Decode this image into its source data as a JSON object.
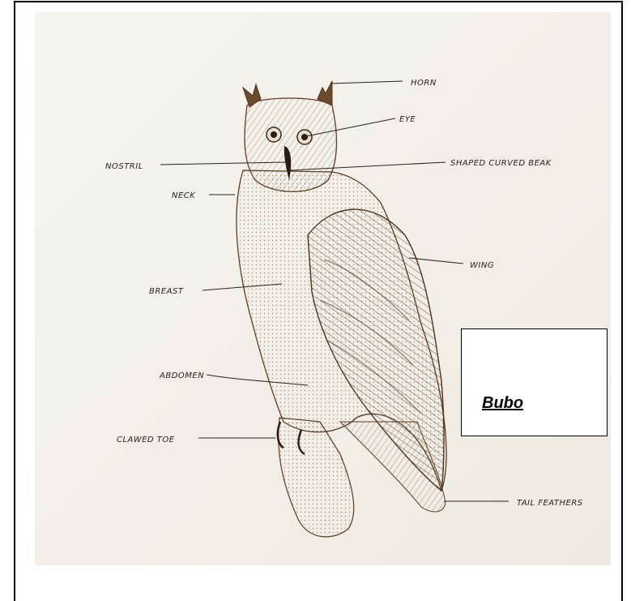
{
  "diagram": {
    "labels": {
      "horn": "HORN",
      "eye": "EYE",
      "nostril": "NOSTRIL",
      "beak": "SHAPED CURVED BEAK",
      "neck": "NECK",
      "wing": "WING",
      "breast": "BREAST",
      "abdomen": "ABDOMEN",
      "toe": "CLAWED TOE",
      "tail": "TAIL FEATHERS"
    },
    "species_name": "Bubo"
  }
}
